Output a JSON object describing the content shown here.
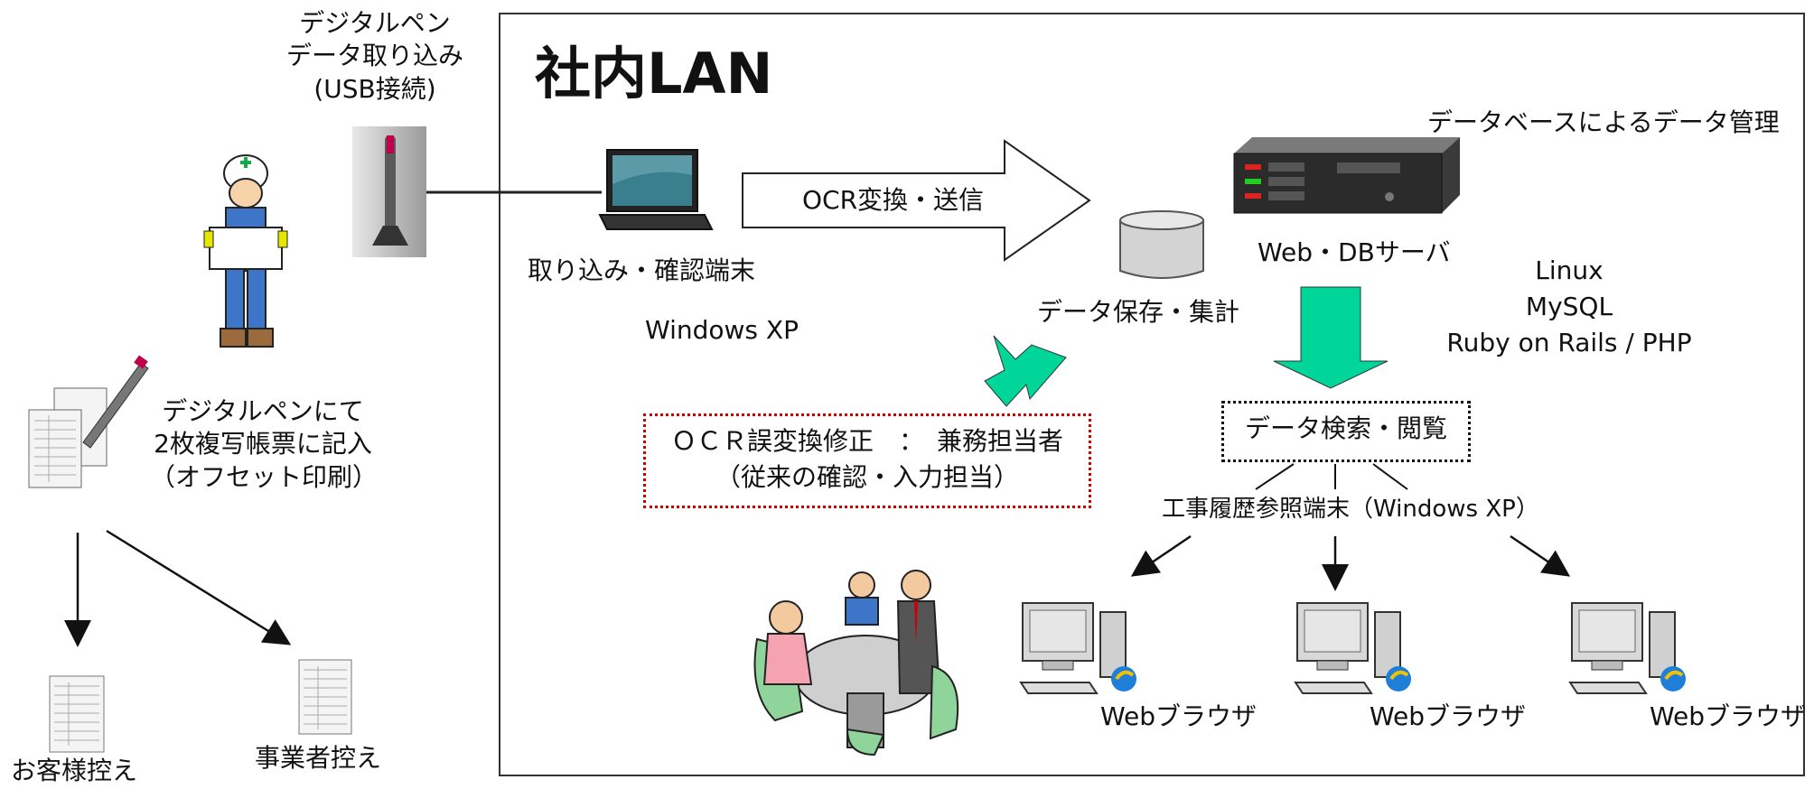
{
  "lan_title": "社内LAN",
  "pen_import": {
    "line1": "デジタルペン",
    "line2": "データ取り込み",
    "line3": "(USB接続)"
  },
  "terminal": {
    "label": "取り込み・確認端末",
    "os": "Windows XP"
  },
  "ocr_arrow": "OCR変換・送信",
  "db_label": "データベースによるデータ管理",
  "server_label": "Web・DBサーバ",
  "storage_label": "データ保存・集計",
  "stack": {
    "line1": "Linux",
    "line2": "MySQL",
    "line3": "Ruby on Rails / PHP"
  },
  "digital_pen_form": {
    "line1": "デジタルペンにて",
    "line2": "2枚複写帳票に記入",
    "line3": "（オフセット印刷）"
  },
  "ocr_fix": {
    "line1": "ＯＣＲ誤変換修正　：　兼務担当者",
    "line2": "（従来の確認・入力担当）"
  },
  "search": "データ検索・閲覧",
  "history_terminal": "工事履歴参照端末（Windows XP）",
  "browsers": [
    "Webブラウザ",
    "Webブラウザ",
    "Webブラウザ"
  ],
  "customer_copy": "お客様控え",
  "business_copy": "事業者控え",
  "colors": {
    "arrow_green": "#00d69a",
    "red_dotted": "#d00000"
  }
}
